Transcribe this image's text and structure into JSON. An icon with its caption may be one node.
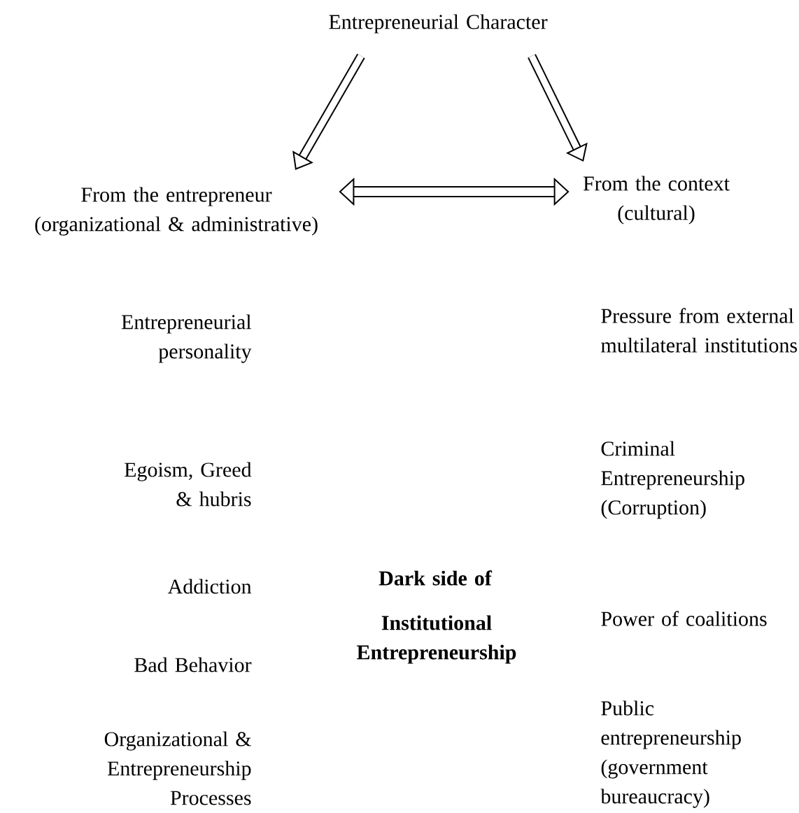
{
  "diagram": {
    "nodes": [
      {
        "text": [
          "Entrepreneurial Character"
        ]
      },
      {
        "text": [
          "From the entrepreneur (organizational & administrative)"
        ]
      },
      {
        "text": [
          "From the context (cultural)"
        ]
      }
    ],
    "edges": [
      {
        "from": 0,
        "to": 1,
        "arrow": "to"
      },
      {
        "from": 0,
        "to": 2,
        "arrow": "to"
      },
      {
        "from": 1,
        "to": 2,
        "arrow": "both"
      }
    ],
    "labels": [
      "Entrepreneurial personality",
      "Pressure from external multilateral institutions",
      "Egoism, Greed & hubris",
      "Criminal Entrepreneurship (Corruption)",
      "Addiction",
      "Dark side of",
      "Power of coalitions",
      "Institutional Entrepreneurship",
      "Bad Behavior",
      "Organizational & Entrepreneurship Processes",
      "Public entrepreneurship (government bureaucracy)"
    ]
  }
}
